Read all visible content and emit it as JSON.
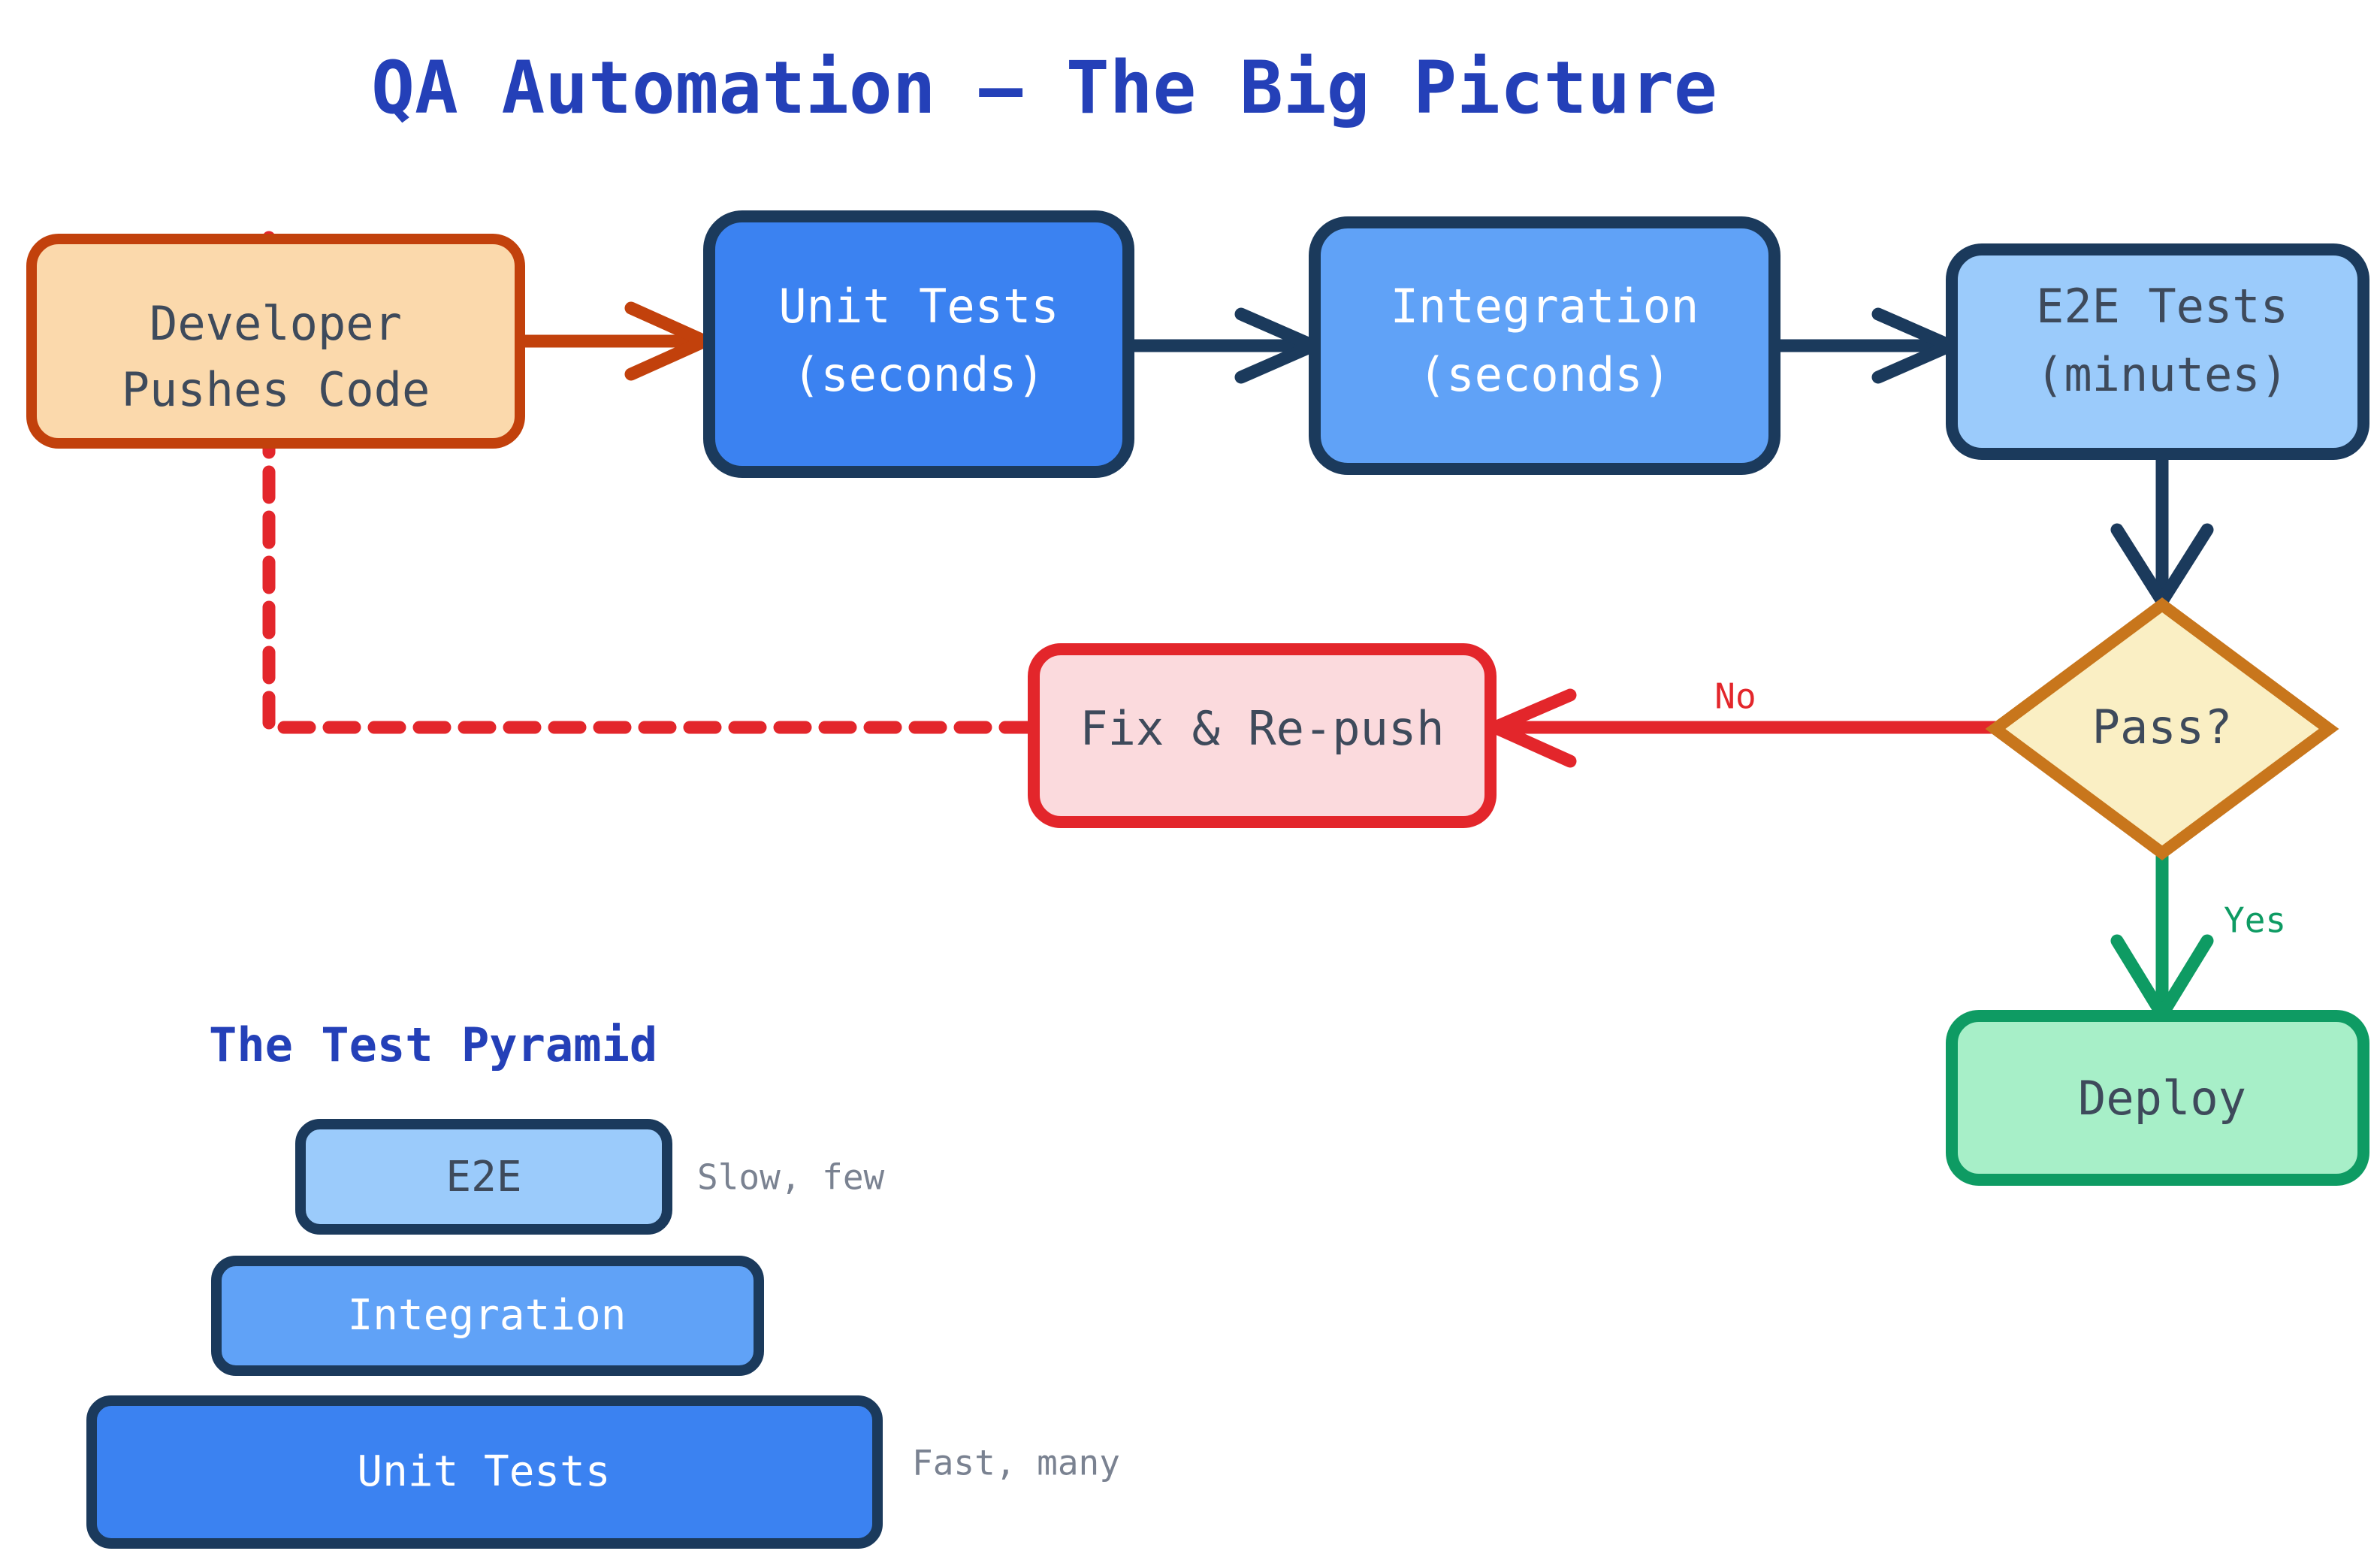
{
  "title": "QA Automation — The Big Picture",
  "colors": {
    "title_blue": "#2440B8",
    "navy_stroke": "#1B3A5C",
    "orange_stroke": "#C2410C",
    "orange_fill": "#FBD9AC",
    "blue_unit_fill": "#3B82F1",
    "blue_integration_fill": "#60A2F7",
    "blue_e2e_fill": "#9BCBFB",
    "diamond_fill": "#FAEFC4",
    "diamond_stroke": "#C8761C",
    "red_stroke": "#E3262B",
    "red_fill": "#FBDADD",
    "green_stroke": "#0E9B63",
    "green_fill": "#A7EFC8",
    "text_dark": "#3E4A5B",
    "annot_gray": "#7A8291"
  },
  "flow": {
    "nodes": [
      {
        "id": "developer",
        "lines": [
          "Developer",
          "Pushes Code"
        ],
        "shape": "rounded-rect",
        "text_color": "#3E4A5B"
      },
      {
        "id": "unit_tests",
        "lines": [
          "Unit Tests",
          "(seconds)"
        ],
        "shape": "rounded-rect",
        "text_color": "#FFFFFF"
      },
      {
        "id": "integration",
        "lines": [
          "Integration",
          "(seconds)"
        ],
        "shape": "rounded-rect",
        "text_color": "#FFFFFF"
      },
      {
        "id": "e2e_tests",
        "lines": [
          "E2E Tests",
          "(minutes)"
        ],
        "shape": "rounded-rect",
        "text_color": "#3E4A5B"
      },
      {
        "id": "pass_decision",
        "lines": [
          "Pass?"
        ],
        "shape": "diamond",
        "text_color": "#3E4A5B"
      },
      {
        "id": "fix_repush",
        "lines": [
          "Fix & Re-push"
        ],
        "shape": "rounded-rect",
        "text_color": "#3E4A5B"
      },
      {
        "id": "deploy",
        "lines": [
          "Deploy"
        ],
        "shape": "rounded-rect",
        "text_color": "#3E4A5B"
      }
    ],
    "edges": [
      {
        "from": "developer",
        "to": "unit_tests",
        "label": "",
        "style": "solid",
        "color": "#C2410C"
      },
      {
        "from": "unit_tests",
        "to": "integration",
        "label": "",
        "style": "solid",
        "color": "#1B3A5C"
      },
      {
        "from": "integration",
        "to": "e2e_tests",
        "label": "",
        "style": "solid",
        "color": "#1B3A5C"
      },
      {
        "from": "e2e_tests",
        "to": "pass_decision",
        "label": "",
        "style": "solid",
        "color": "#1B3A5C"
      },
      {
        "from": "pass_decision",
        "to": "fix_repush",
        "label": "No",
        "style": "solid",
        "color": "#E3262B"
      },
      {
        "from": "fix_repush",
        "to": "developer",
        "label": "",
        "style": "dashed",
        "color": "#E3262B"
      },
      {
        "from": "pass_decision",
        "to": "deploy",
        "label": "Yes",
        "style": "solid",
        "color": "#0E9B63"
      }
    ]
  },
  "pyramid": {
    "heading": "The Test Pyramid",
    "levels": [
      {
        "label": "E2E",
        "annotation": "Slow, few",
        "text_color": "#3E4A5B",
        "fill": "#9BCBFB"
      },
      {
        "label": "Integration",
        "annotation": "",
        "text_color": "#FFFFFF",
        "fill": "#60A2F7"
      },
      {
        "label": "Unit Tests",
        "annotation": "Fast, many",
        "text_color": "#FFFFFF",
        "fill": "#3B82F1"
      }
    ]
  }
}
